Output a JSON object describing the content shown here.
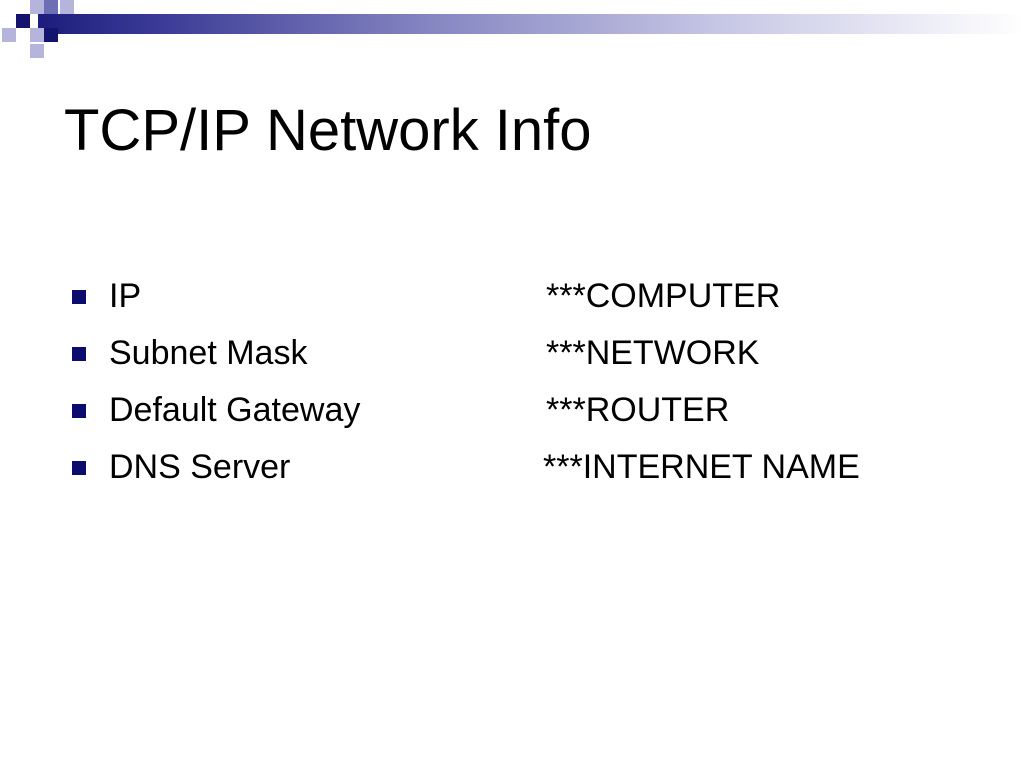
{
  "slide": {
    "title": "TCP/IP Network Info",
    "items": [
      {
        "label": "IP",
        "value": "***COMPUTER"
      },
      {
        "label": "Subnet Mask",
        "value": "***NETWORK"
      },
      {
        "label": "Default Gateway",
        "value": "***ROUTER"
      },
      {
        "label": "DNS Server",
        "value": "***INTERNET NAME"
      }
    ]
  },
  "colors": {
    "accent": "#14146e",
    "bullet": "#0c0c6e",
    "text": "#000000",
    "background": "#ffffff"
  },
  "icons": {
    "decoration": "checkered-squares-pattern",
    "bullet": "square-bullet-icon"
  }
}
